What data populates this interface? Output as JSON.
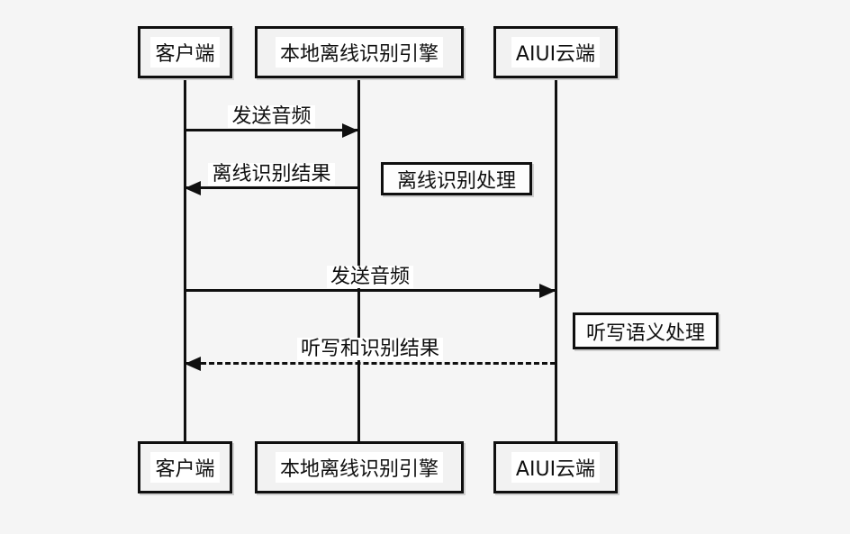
{
  "diagram": {
    "type": "sequence-diagram",
    "colors": {
      "background": "#f5f5f5",
      "line": "#0f0f0f",
      "note_background": "#fdfdfd",
      "label_background": "#ffffff"
    },
    "actors": [
      {
        "id": "client",
        "label": "客户端"
      },
      {
        "id": "engine",
        "label": "本地离线识别引擎"
      },
      {
        "id": "cloud",
        "label": "AIUI云端"
      }
    ],
    "messages": [
      {
        "label": "发送音频",
        "from": "client",
        "to": "engine",
        "line": "solid",
        "direction": "right"
      },
      {
        "label": "离线识别结果",
        "from": "engine",
        "to": "client",
        "line": "solid",
        "direction": "left"
      },
      {
        "label": "发送音频",
        "from": "client",
        "to": "cloud",
        "line": "solid",
        "direction": "right"
      },
      {
        "label": "听写和识别结果",
        "from": "cloud",
        "to": "client",
        "line": "dashed",
        "direction": "left"
      }
    ],
    "notes": [
      {
        "label": "离线识别处理",
        "attached_to": "engine"
      },
      {
        "label": "听写语义处理",
        "attached_to": "cloud"
      }
    ]
  }
}
